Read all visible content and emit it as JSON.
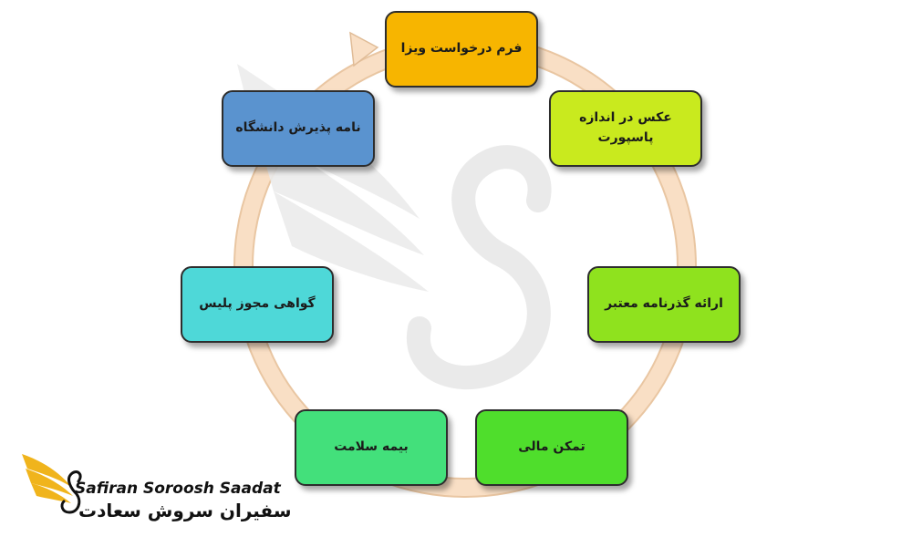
{
  "diagram": {
    "nodes": [
      {
        "id": "visa-form",
        "text": "فرم درخواست ویزا",
        "color": "#f7b500"
      },
      {
        "id": "passport-photo",
        "text": "عکس در اندازه پاسپورت",
        "color": "#c9ea1e"
      },
      {
        "id": "valid-passport",
        "text": "ارائه گذرنامه معتبر",
        "color": "#8fe21e"
      },
      {
        "id": "financial-ability",
        "text": "تمکن مالی",
        "color": "#4fde2c"
      },
      {
        "id": "health-insurance",
        "text": "بیمه سلامت",
        "color": "#43e07b"
      },
      {
        "id": "police-certificate",
        "text": "گواهی مجوز پلیس",
        "color": "#4ed8d8"
      },
      {
        "id": "university-admission",
        "text": "نامه پذیرش دانشگاه",
        "color": "#5a93cf"
      }
    ],
    "ring_color": "#f8dcc0",
    "ring_edge_color": "#e8c3a0"
  },
  "logo": {
    "english": "Safiran Soroosh Saadat",
    "persian": "سفیران سروش سعادت",
    "icon": "golden-wing-swan-icon",
    "accent_color": "#f0b41c"
  }
}
